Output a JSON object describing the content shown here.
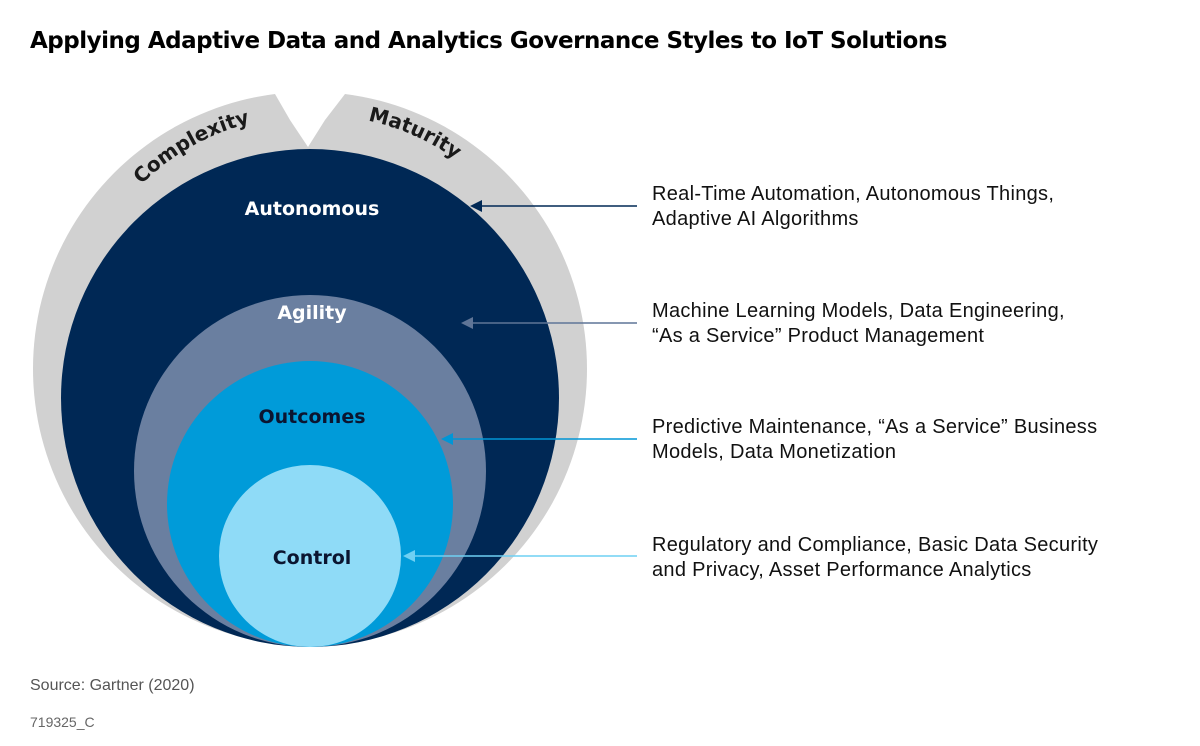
{
  "title": "Applying Adaptive Data and Analytics Governance Styles to IoT Solutions",
  "arc_labels": {
    "complexity": "Complexity",
    "maturity": "Maturity"
  },
  "levels": [
    {
      "name": "Autonomous",
      "color": "#002855",
      "text_color": "#ffffff",
      "line_color": "#002855",
      "desc_line1": "Real-Time Automation, Autonomous Things,",
      "desc_line2": "Adaptive AI Algorithms"
    },
    {
      "name": "Agility",
      "color": "#6a7fa0",
      "text_color": "#ffffff",
      "line_color": "#5f7597",
      "desc_line1": "Machine Learning Models, Data Engineering,",
      "desc_line2": "“As a Service” Product Management"
    },
    {
      "name": "Outcomes",
      "color": "#009bd9",
      "text_color": "#0b1530",
      "line_color": "#0096d6",
      "desc_line1": "Predictive Maintenance, “As a Service” Business",
      "desc_line2": "Models, Data Monetization"
    },
    {
      "name": "Control",
      "color": "#8fdbf7",
      "text_color": "#0b1530",
      "line_color": "#6fd0f3",
      "desc_line1": "Regulatory and Compliance, Basic Data Security",
      "desc_line2": "and Privacy, Asset Performance Analytics"
    }
  ],
  "ring_color": "#d1d1d1",
  "source": "Source: Gartner (2020)",
  "figure_id": "719325_C"
}
